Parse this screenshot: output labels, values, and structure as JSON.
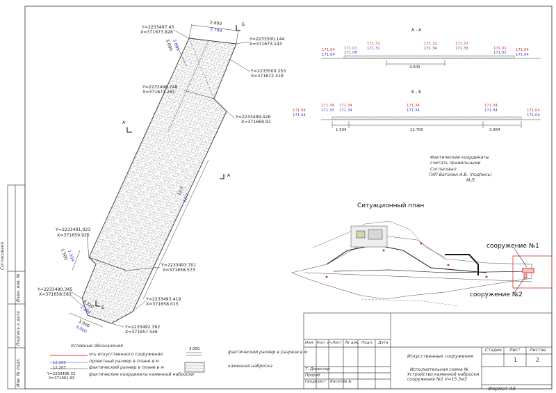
{
  "points": {
    "p1": {
      "y": "Y=2233497.43",
      "x": "X=371673.828"
    },
    "p2": {
      "y": "Y=2233500.144",
      "x": "X=371673.143"
    },
    "p3": {
      "y": "Y=2233500.253",
      "x": "X=371672.319"
    },
    "p4": {
      "y": "Y=2233496.748",
      "x": "X=371671.261"
    },
    "p5": {
      "y": "Y=2233499.426",
      "x": "X=371669.91"
    },
    "p6": {
      "y": "Y=2233491.023",
      "x": "X=371659.925"
    },
    "p7": {
      "y": "Y=2233493.701",
      "x": "X=371658.573"
    },
    "p8": {
      "y": "Y=2233490.345",
      "x": "X=371658.583"
    },
    "p9": {
      "y": "Y=2233493.419",
      "x": "X=371658.015"
    },
    "p10": {
      "y": "Y=2233492.392",
      "x": "X=371657.546"
    }
  },
  "dims": {
    "top_w1": "2.800",
    "top_w2": "2.799",
    "top_l1": "3.000",
    "top_l2": "3.004",
    "len1": "12.7",
    "len2": "12.7",
    "mid1": "1.500",
    "mid2": "1.504",
    "bot_w1": "2.320",
    "bot_w2": "2.294",
    "bot_l1": "3.000",
    "bot_l2": "3.000"
  },
  "section_labels": {
    "a": "А",
    "b": "Б",
    "aa": "А - А",
    "bb": "Б - Б"
  },
  "section_aa": {
    "marks_top": [
      "171.04",
      "171.07",
      "171.31",
      "171.32",
      "171.31",
      "171.01",
      "171.04"
    ],
    "marks_bot": [
      "171.04",
      "171.08",
      "171.31",
      "171.34",
      "171.33",
      "171.02",
      "171.04"
    ],
    "dim": "3.000"
  },
  "section_bb": {
    "marks_top": [
      "171.04",
      "171.34",
      "171.34",
      "171.34",
      "171.34",
      "171.04"
    ],
    "marks_bot": [
      "171.04",
      "171.33",
      "171.34",
      "171.34",
      "171.34",
      "171.04"
    ],
    "dims": [
      "1.504",
      "12.700",
      "3.064"
    ]
  },
  "notes": {
    "line1": "Фактические координаты",
    "line2": "считать правильными",
    "line3": "Согласовал",
    "line4": "ГИП Ватолин А.В. (подпись)",
    "line5": "М.П."
  },
  "situation": {
    "title": "Ситуационный план",
    "label1": "сооружение №1",
    "label2": "сооружение №2"
  },
  "legend": {
    "title": "Условные обозначения",
    "item1": "ось искусственного сооружения",
    "item2": "проектный размер в плане в м",
    "item3": "фактический размер в плане в м",
    "item4": "фактические координаты каменной наброски",
    "item5": "фактический размер в разрезе в м",
    "item6": "каменная наброска",
    "sample_top": "12.200",
    "sample_bot": "12.207",
    "sample_y": "Y=2233495.32",
    "sample_x": "X=371661.93",
    "sample_dim": "3.000"
  },
  "side": {
    "s1": "Согласовано",
    "s2": "Взам. инв. №",
    "s3": "Подпись и дата",
    "s4": "Инв. № подл."
  },
  "stamp": {
    "col_izm": "Изм.",
    "col_kol": "Кол. уч.",
    "col_list": "Лист",
    "col_doc": "№ док.",
    "col_podp": "Подп.",
    "col_date": "Дата",
    "row1": "Т. Директор",
    "row2": "Прораб",
    "row3": "Геодезист",
    "row3_name": "Киселёв А.",
    "project": "Искусственные сооружения",
    "desc1": "Исполнительная схема №",
    "desc2": "Устройство каменной наброски",
    "desc3": "сооружения №1 V=15.3м3",
    "h_stage": "Стадия",
    "h_sheet": "Лист",
    "h_sheets": "Листов",
    "v_sheet": "1",
    "v_sheets": "2",
    "format": "Формат  А3"
  },
  "colors": {
    "line": "#333333",
    "blue": "#3a3ad6",
    "red": "#d23030",
    "hatch": "#777777"
  }
}
